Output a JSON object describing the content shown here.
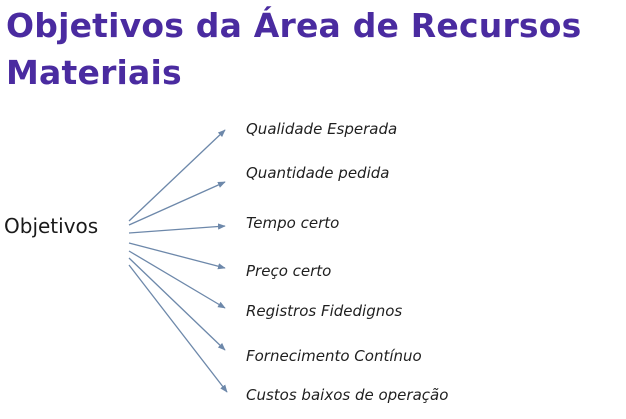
{
  "slide": {
    "title_line1": "Objetivos da Área de Recursos",
    "title_line2": "Materiais"
  },
  "diagram": {
    "source": "Objetivos",
    "targets": [
      "Qualidade Esperada",
      "Quantidade pedida",
      "Tempo certo",
      "Preço certo",
      "Registros Fidedignos",
      "Fornecimento Contínuo",
      "Custos baixos de operação"
    ],
    "arrow_color": "#6d88aa"
  }
}
